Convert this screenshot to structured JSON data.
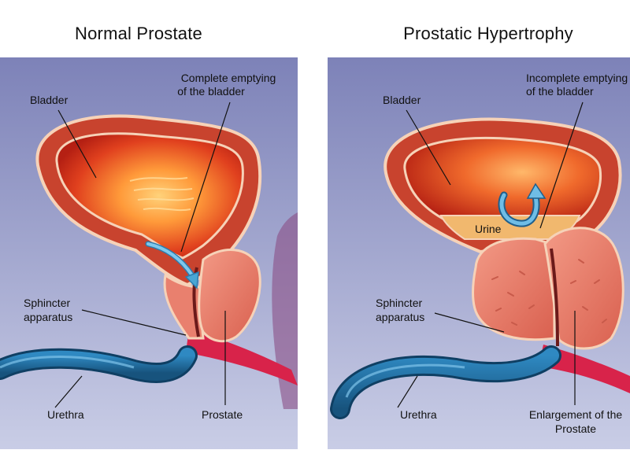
{
  "panels": {
    "left": {
      "title": "Normal Prostate",
      "labels": {
        "bladder": "Bladder",
        "emptying_line1": "Complete emptying",
        "emptying_line2": "of the bladder",
        "sphincter_line1": "Sphincter",
        "sphincter_line2": "apparatus",
        "urethra": "Urethra",
        "prostate": "Prostate"
      }
    },
    "right": {
      "title": "Prostatic Hypertrophy",
      "labels": {
        "bladder": "Bladder",
        "emptying_line1": "Incomplete emptying",
        "emptying_line2": "of the bladder",
        "urine": "Urine",
        "sphincter_line1": "Sphincter",
        "sphincter_line2": "apparatus",
        "urethra": "Urethra",
        "enlargement_line1": "Enlargement of the",
        "enlargement_line2": "Prostate"
      }
    }
  },
  "colors": {
    "background_top": "#7d82b8",
    "background_bottom": "#c9cde6",
    "bladder_wall": "#c8432e",
    "bladder_outline": "#f6d2b8",
    "bladder_inner_core": "#ffb347",
    "prostate": "#e9806e",
    "urine": "#f1b86e",
    "urethra": "#1f6da0",
    "arrow": "#4aa6d4"
  }
}
